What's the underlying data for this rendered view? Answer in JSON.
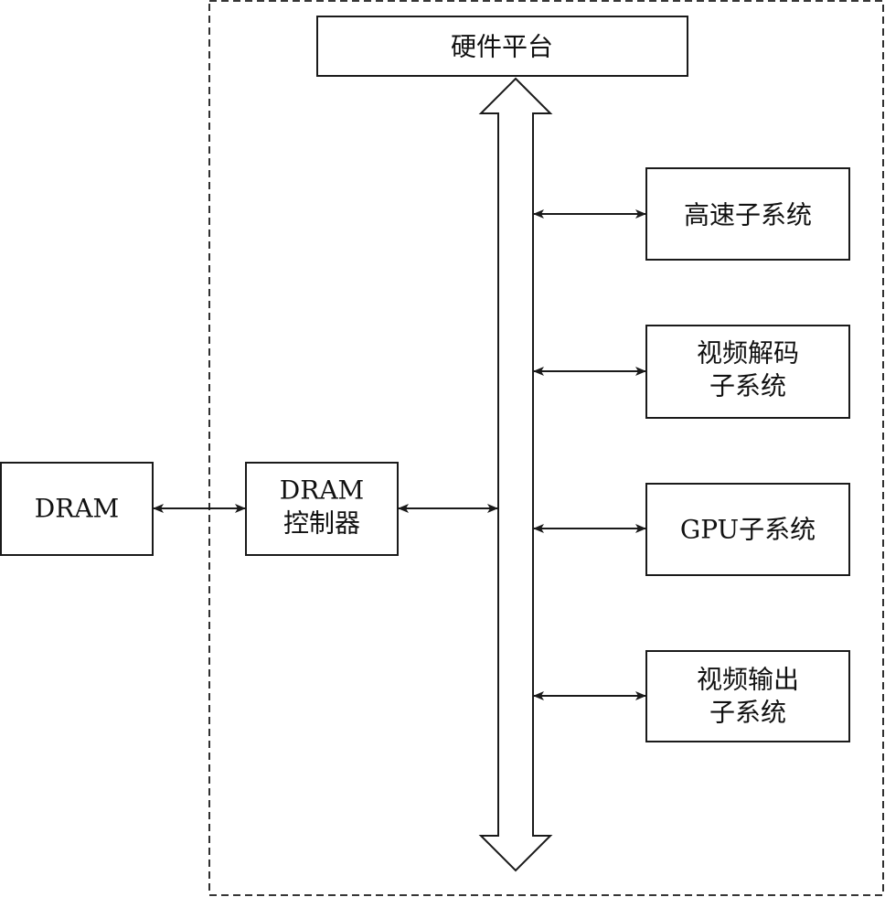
{
  "diagram": {
    "top_block": "硬件平台",
    "dram": "DRAM",
    "dram_controller": {
      "line1": "DRAM",
      "line2": "控制器"
    },
    "subsystems": {
      "high_speed": "高速子系统",
      "video_decode": {
        "line1": "视频解码",
        "line2": "子系统"
      },
      "gpu": "GPU子系统",
      "video_output": {
        "line1": "视频输出",
        "line2": "子系统"
      }
    }
  }
}
